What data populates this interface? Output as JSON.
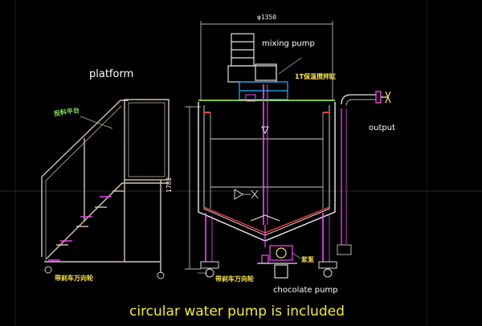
{
  "labels": {
    "platform": "platform",
    "mixing_pump": "mixing pump",
    "output": "output",
    "chocolate_pump": "chocolate pump",
    "note": "circular water pump is included"
  },
  "dimensions": {
    "width": "φ1350",
    "height": "1782"
  },
  "chinese_labels": {
    "feeding_platform": "投料平台",
    "tank": "1T保温搅拌缸",
    "platform_wheel": "带刹车万向轮",
    "tank_wheel": "带刹车万向轮",
    "pump": "浆泵"
  },
  "colors": {
    "background": "#000000",
    "outline": "#ffffff",
    "platform_frame": "#d6c7b5",
    "accent_magenta": "#ff44ff",
    "note_yellow": "#f2ee27"
  }
}
